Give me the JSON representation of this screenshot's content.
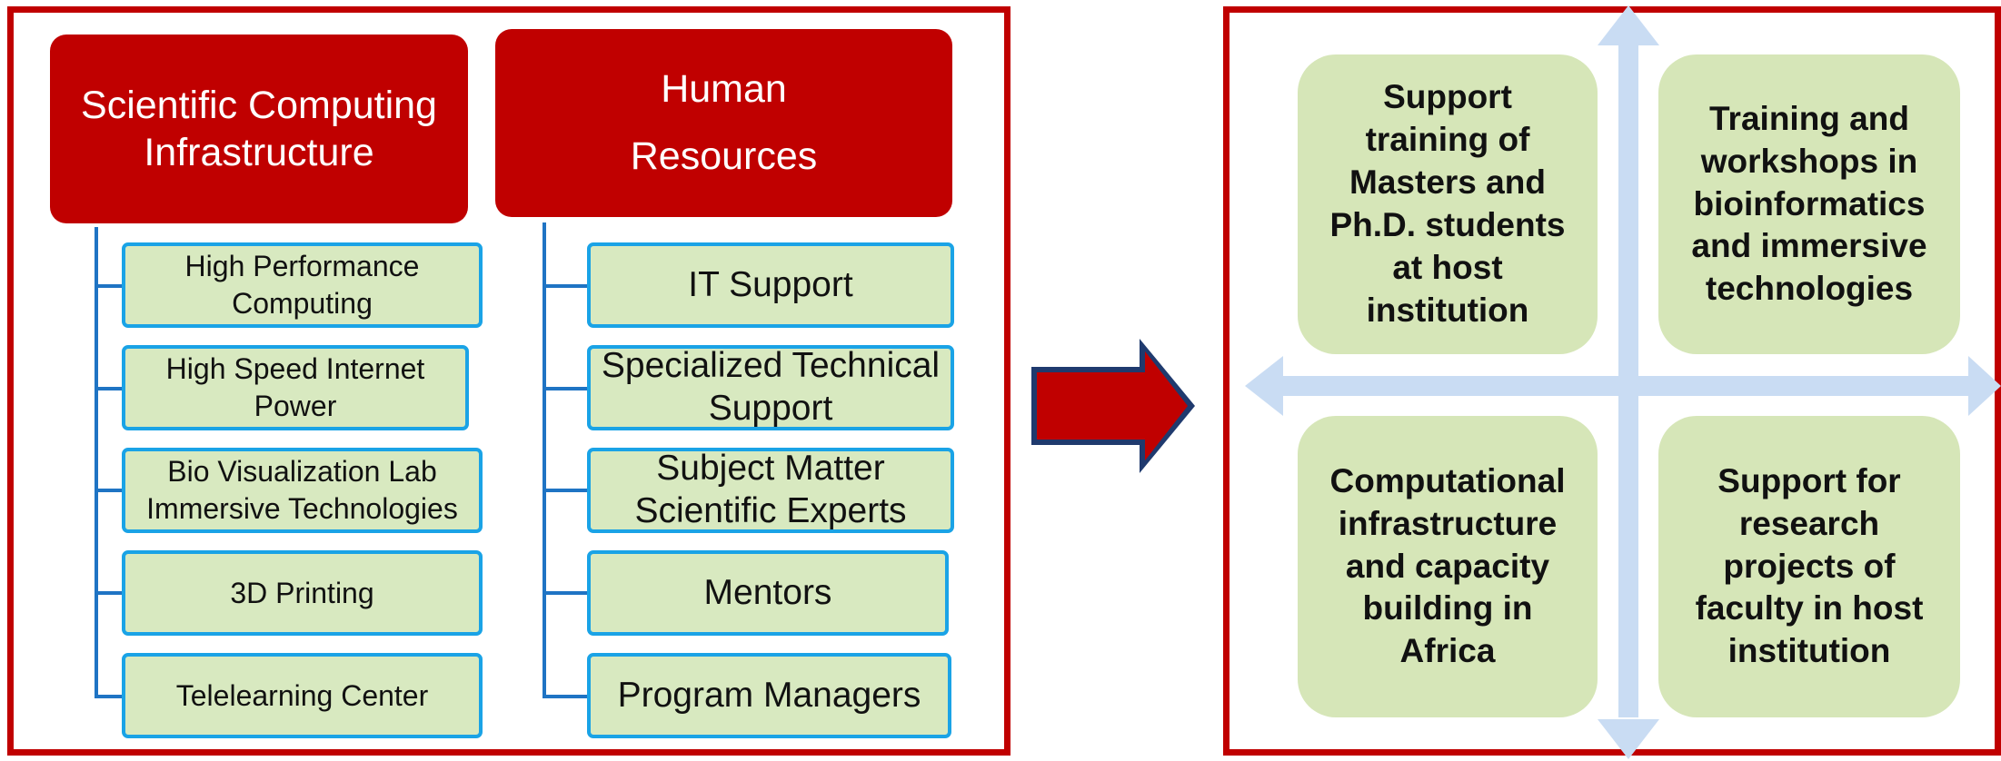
{
  "left": {
    "sci_header": [
      "Scientific Computing",
      "Infrastructure"
    ],
    "hr_header": [
      "Human",
      "Resources"
    ],
    "sci_items": [
      [
        "High Performance",
        "Computing"
      ],
      [
        "High Speed Internet",
        "Power"
      ],
      [
        "Bio Visualization Lab",
        "Immersive Technologies"
      ],
      [
        "3D Printing"
      ],
      [
        "Telelearning Center"
      ]
    ],
    "hr_items": [
      [
        "IT Support"
      ],
      [
        "Specialized Technical",
        "Support"
      ],
      [
        "Subject Matter",
        "Scientific Experts"
      ],
      [
        "Mentors"
      ],
      [
        "Program Managers"
      ]
    ]
  },
  "right": {
    "top_left": [
      "Support",
      "training of",
      "Masters and",
      "Ph.D. students",
      "at host",
      "institution"
    ],
    "top_right": [
      "Training and",
      "workshops in",
      "bioinformatics",
      "and immersive",
      "technologies"
    ],
    "bottom_left": [
      "Computational",
      "infrastructure",
      "and capacity",
      "building in",
      "Africa"
    ],
    "bottom_right": [
      "Support for",
      "research",
      "projects of",
      "faculty in host",
      "institution"
    ]
  },
  "colors": {
    "frame_red": "#c00000",
    "item_fill": "#d8e9c0",
    "item_border": "#1aa3e6",
    "connector_blue": "#1f74c4",
    "quadrant_fill": "#d6e6b8",
    "cross_arrow": "#c9dcf3"
  }
}
